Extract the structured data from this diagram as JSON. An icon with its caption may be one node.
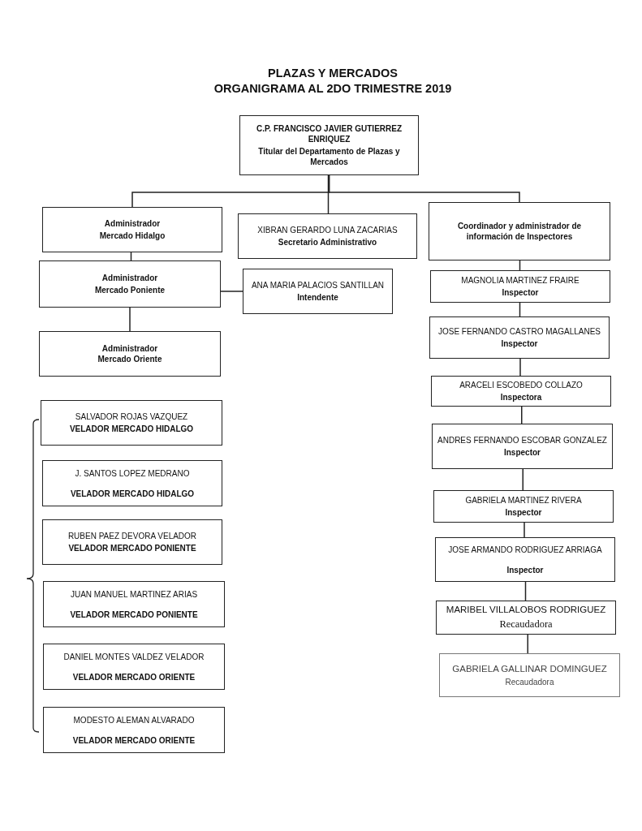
{
  "diagram": {
    "title": "PLAZAS Y MERCADOS",
    "nodes": [
      {
        "text": [
          "C.P. FRANCISCO JAVIER GUTIERREZ ENRIQUEZ",
          "Titular del Departamento de Plazas y Mercados"
        ]
      },
      {
        "text": [
          "Administrador",
          "Mercado Hidalgo"
        ]
      },
      {
        "text": [
          "XIBRAN GERARDO LUNA ZACARIAS",
          "Secretario Administrativo"
        ]
      },
      {
        "text": [
          "Coordinador y administrador de información de Inspectores"
        ]
      },
      {
        "text": [
          "Administrador",
          "Mercado Poniente"
        ]
      },
      {
        "text": [
          "ANA MARIA PALACIOS SANTILLAN",
          "Intendente"
        ]
      },
      {
        "text": [
          "MAGNOLIA MARTINEZ FRAIRE",
          "Inspector"
        ]
      },
      {
        "text": [
          "Administrador",
          "Mercado Oriente"
        ]
      },
      {
        "text": [
          "JOSE FERNANDO CASTRO MAGALLANES",
          "Inspector"
        ]
      },
      {
        "text": [
          "ARACELI ESCOBEDO COLLAZO",
          "Inspectora"
        ]
      },
      {
        "text": [
          "ANDRES FERNANDO ESCOBAR GONZALEZ",
          "Inspector"
        ]
      },
      {
        "text": [
          "GABRIELA MARTINEZ RIVERA",
          "Inspector"
        ]
      },
      {
        "text": [
          "JOSE ARMANDO RODRIGUEZ ARRIAGA",
          "Inspector"
        ]
      },
      {
        "text": [
          "MARIBEL VILLALOBOS RODRIGUEZ",
          "Recaudadora"
        ]
      },
      {
        "text": [
          "GABRIELA GALLINAR DOMINGUEZ",
          "Recaudadora"
        ]
      },
      {
        "text": [
          "SALVADOR ROJAS VAZQUEZ",
          "VELADOR MERCADO HIDALGO"
        ]
      },
      {
        "text": [
          "J. SANTOS LOPEZ MEDRANO",
          "VELADOR MERCADO HIDALGO"
        ]
      },
      {
        "text": [
          "RUBEN PAEZ DEVORA VELADOR",
          "VELADOR MERCADO PONIENTE"
        ]
      },
      {
        "text": [
          "JUAN MANUEL MARTINEZ ARIAS",
          "VELADOR MERCADO PONIENTE"
        ]
      },
      {
        "text": [
          "DANIEL MONTES VALDEZ VELADOR",
          "VELADOR MERCADO ORIENTE"
        ]
      },
      {
        "text": [
          "MODESTO ALEMAN ALVARADO",
          "VELADOR MERCADO ORIENTE"
        ]
      }
    ],
    "edges": [
      {
        "from": 0,
        "to": 1,
        "arrow": "none"
      },
      {
        "from": 0,
        "to": 2,
        "arrow": "none"
      },
      {
        "from": 0,
        "to": 3,
        "arrow": "none"
      },
      {
        "from": 1,
        "to": 4,
        "arrow": "none"
      },
      {
        "from": 4,
        "to": 5,
        "arrow": "none"
      },
      {
        "from": 4,
        "to": 7,
        "arrow": "none"
      },
      {
        "from": 3,
        "to": 6,
        "arrow": "none"
      },
      {
        "from": 6,
        "to": 8,
        "arrow": "none"
      },
      {
        "from": 8,
        "to": 9,
        "arrow": "none"
      },
      {
        "from": 9,
        "to": 10,
        "arrow": "none"
      },
      {
        "from": 10,
        "to": 11,
        "arrow": "none"
      },
      {
        "from": 11,
        "to": 12,
        "arrow": "none"
      },
      {
        "from": 12,
        "to": 13,
        "arrow": "none"
      },
      {
        "from": 13,
        "to": 14,
        "arrow": "none"
      }
    ],
    "labels": [
      "ORGANIGRAMA AL 2DO TRIMESTRE 2019"
    ]
  }
}
